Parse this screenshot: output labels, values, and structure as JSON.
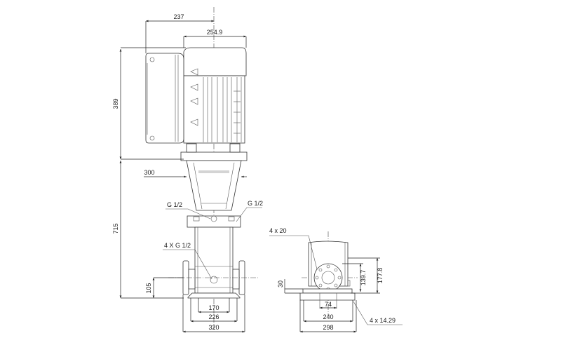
{
  "drawing": {
    "title": "Vertical multistage pump dimensional drawing",
    "background": "#ffffff",
    "line_color": "#333333"
  },
  "dimensions": {
    "top_width_1": "237",
    "top_width_2": "254.9",
    "motor_height": "389",
    "motor_clearance": "300",
    "total_height": "715",
    "port_height": "105",
    "base_inner": "170",
    "base_mid": "226",
    "base_outer": "320",
    "side_flange_bolt_circle": "139.7",
    "side_flange_outer": "177.8",
    "side_base_height": "30",
    "side_center": "74",
    "side_base_holes": "240",
    "side_base_outer": "298"
  },
  "callouts": {
    "vent_left": "G 1/2",
    "vent_right": "G 1/2",
    "drain_ports": "4 X G 1/2",
    "flange_holes": "4  x  20",
    "base_holes": "4  x  14.29"
  },
  "views": [
    {
      "name": "front-view"
    },
    {
      "name": "side-view"
    }
  ]
}
